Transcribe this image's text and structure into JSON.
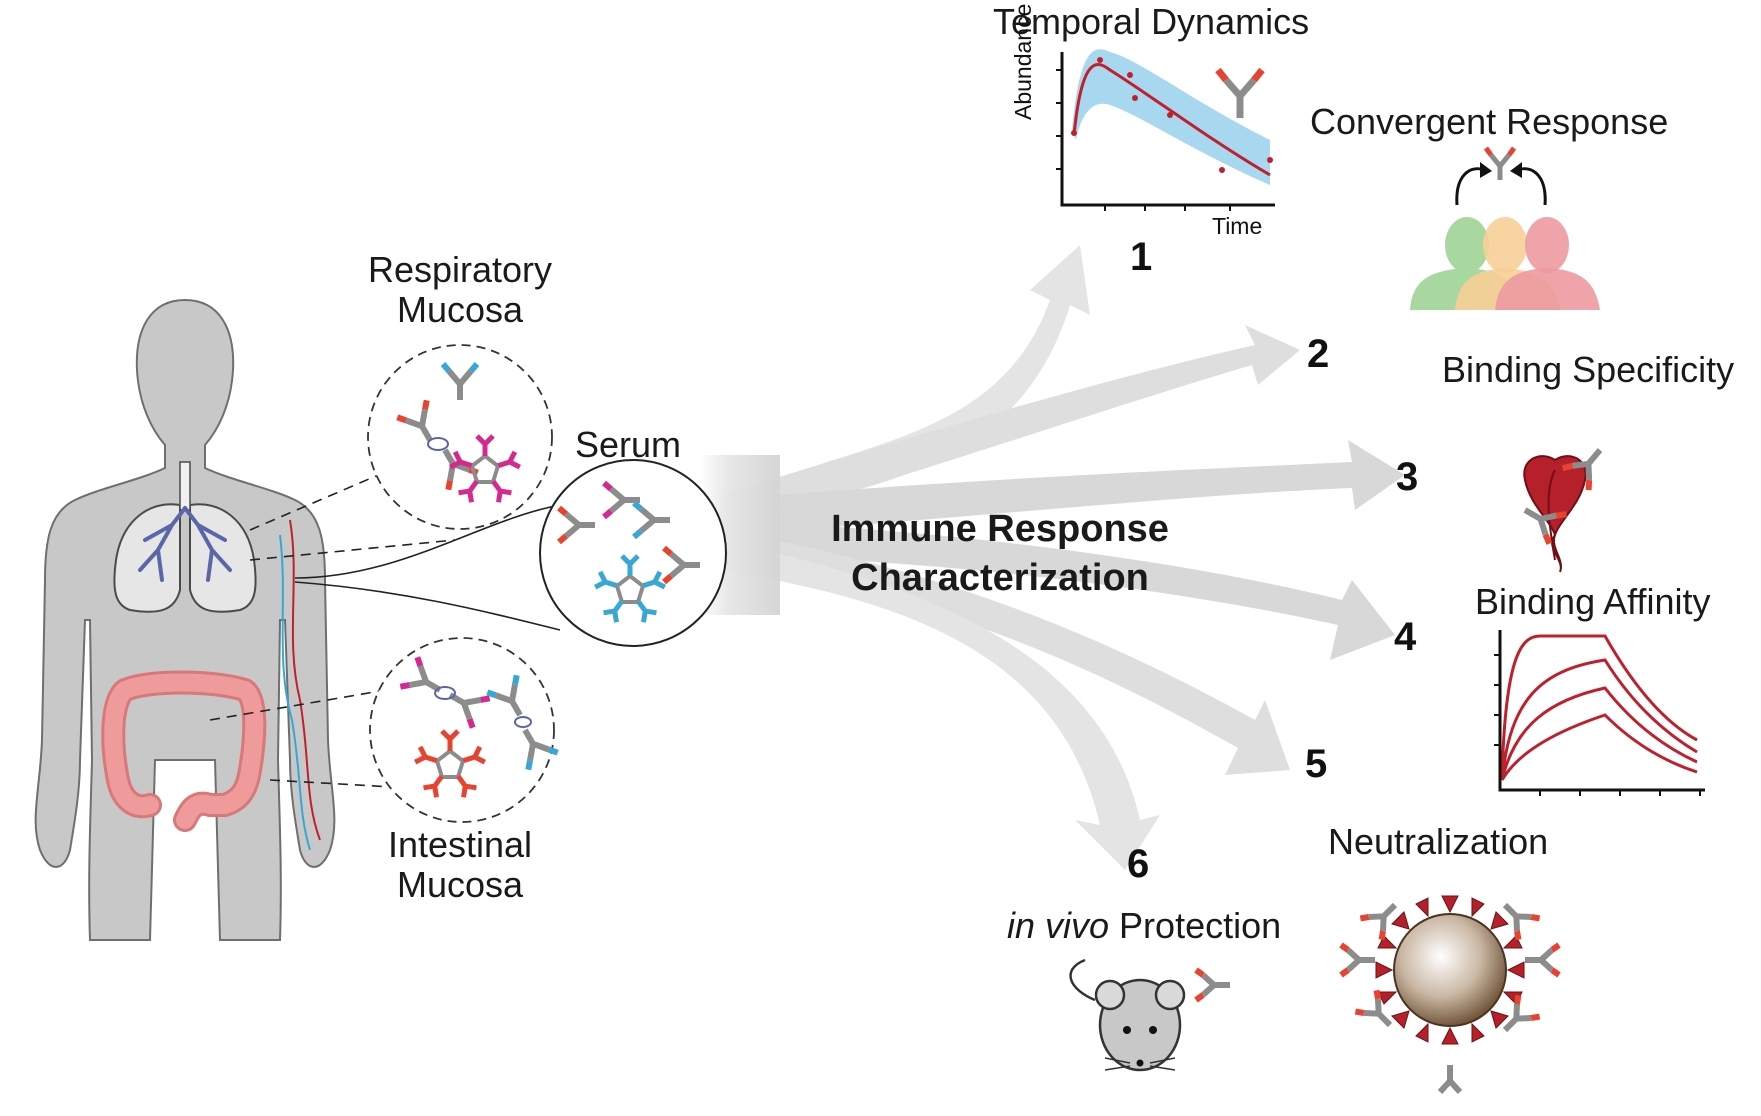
{
  "labels": {
    "respiratory": [
      "Respiratory",
      "Mucosa"
    ],
    "serum": "Serum",
    "intestinal": [
      "Intestinal",
      "Mucosa"
    ],
    "hub": [
      "Immune Response",
      "Characterization"
    ],
    "temporal": "Temporal Dynamics",
    "convergent": "Convergent Response",
    "specificity": "Binding Specificity",
    "affinity": "Binding Affinity",
    "neutralization": "Neutralization",
    "protection_italic": "in vivo",
    "protection_rest": " Protection"
  },
  "temporal_axes": {
    "y": "Abundance",
    "x": "Time"
  },
  "numbers": [
    "1",
    "2",
    "3",
    "4",
    "5",
    "6"
  ],
  "colors": {
    "arrow": "#d9d9d9",
    "body": "#c8c8c8",
    "antibody_gray": "#8c8c8c",
    "antibody_red": "#e8432f",
    "antibody_blue": "#38a7d6",
    "antibody_magenta": "#d5298f",
    "curve_red": "#c0202c",
    "band_blue": "#a8d8f0",
    "lung_blue": "#5a66a8",
    "colon_pink": "#ef9b9b"
  }
}
